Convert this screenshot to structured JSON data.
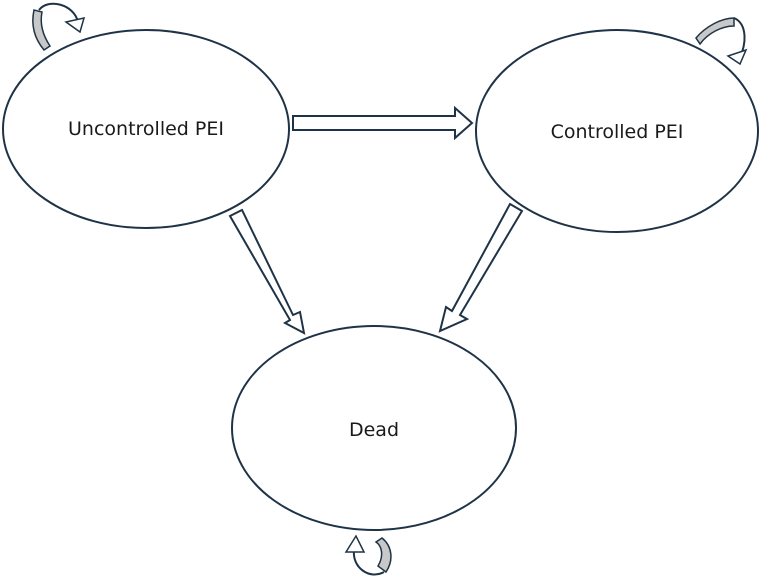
{
  "diagram": {
    "states": {
      "uncontrolled": {
        "label": "Uncontrolled PEI"
      },
      "controlled": {
        "label": "Controlled PEI"
      },
      "dead": {
        "label": "Dead"
      }
    },
    "transitions": [
      {
        "from": "Uncontrolled PEI",
        "to": "Controlled PEI"
      },
      {
        "from": "Uncontrolled PEI",
        "to": "Dead"
      },
      {
        "from": "Controlled PEI",
        "to": "Dead"
      }
    ],
    "self_loops": [
      "Uncontrolled PEI",
      "Controlled PEI",
      "Dead"
    ],
    "colors": {
      "outline": "#1f3346",
      "loop_fill": "#c8c8c8",
      "background": "#ffffff"
    }
  }
}
